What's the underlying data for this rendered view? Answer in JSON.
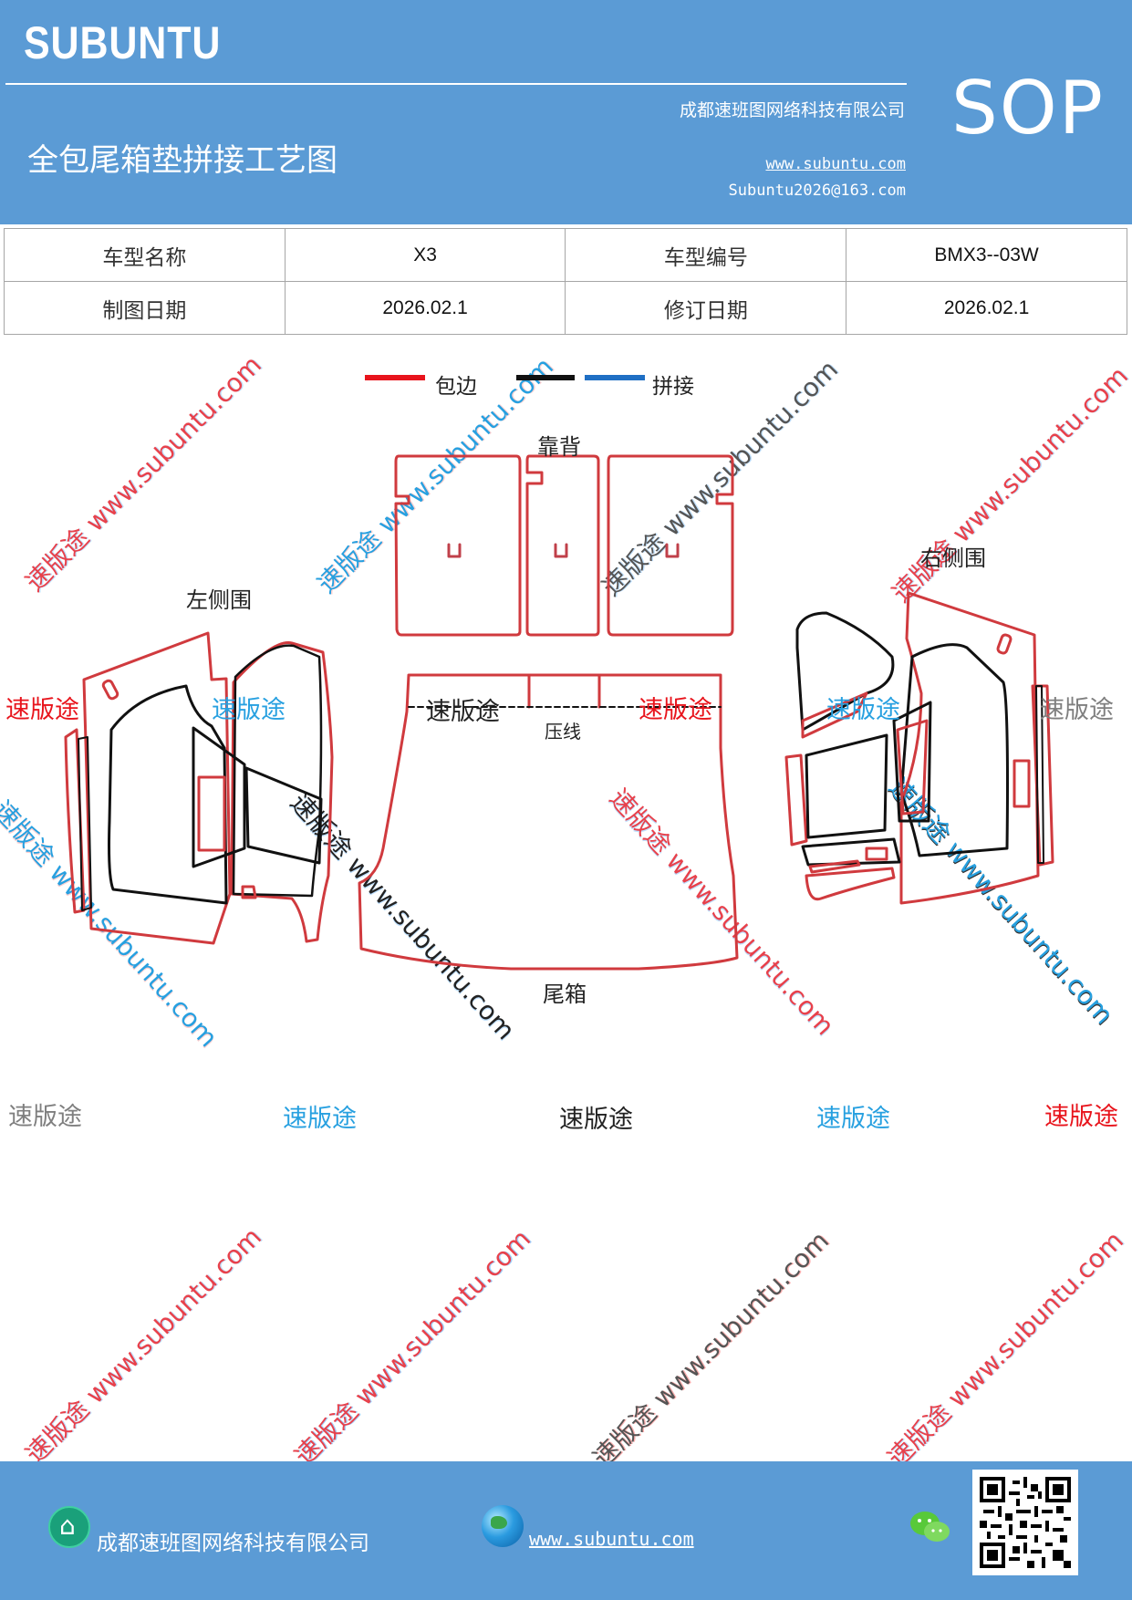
{
  "header": {
    "brand": "SUBUNTU",
    "company": "成都速班图网络科技有限公司",
    "title": "全包尾箱垫拼接工艺图",
    "badge": "SOP",
    "website": "www.subuntu.com",
    "email": "Subuntu2026@163.com"
  },
  "info_table": {
    "model_name_label": "车型名称",
    "model_name_value": "X3",
    "model_code_label": "车型编号",
    "model_code_value": "BMX3--03W",
    "draw_date_label": "制图日期",
    "draw_date_value": "2026.02.1",
    "revise_date_label": "修订日期",
    "revise_date_value": "2026.02.1"
  },
  "legend": {
    "edge_label": "包边",
    "seam_label": "拼接",
    "colors": {
      "edge": "#e8141c",
      "line": "#111111",
      "seam": "#1f6fc4"
    }
  },
  "parts": {
    "backrest": "靠背",
    "left_side": "左侧围",
    "right_side": "右侧围",
    "trunk": "尾箱",
    "crease": "压线"
  },
  "watermarks": {
    "brand_cn": "速版途",
    "diag_text": "速版途 www.subuntu.com",
    "colors": {
      "red": "#e8141c",
      "blue": "#27a0e0",
      "gray": "#7f7f7f",
      "black": "#222222"
    }
  },
  "footer": {
    "company": "成都速班图网络科技有限公司",
    "website": "www.subuntu.com",
    "icons": [
      "home-icon",
      "globe-icon",
      "wechat-icon",
      "qr-code"
    ]
  }
}
